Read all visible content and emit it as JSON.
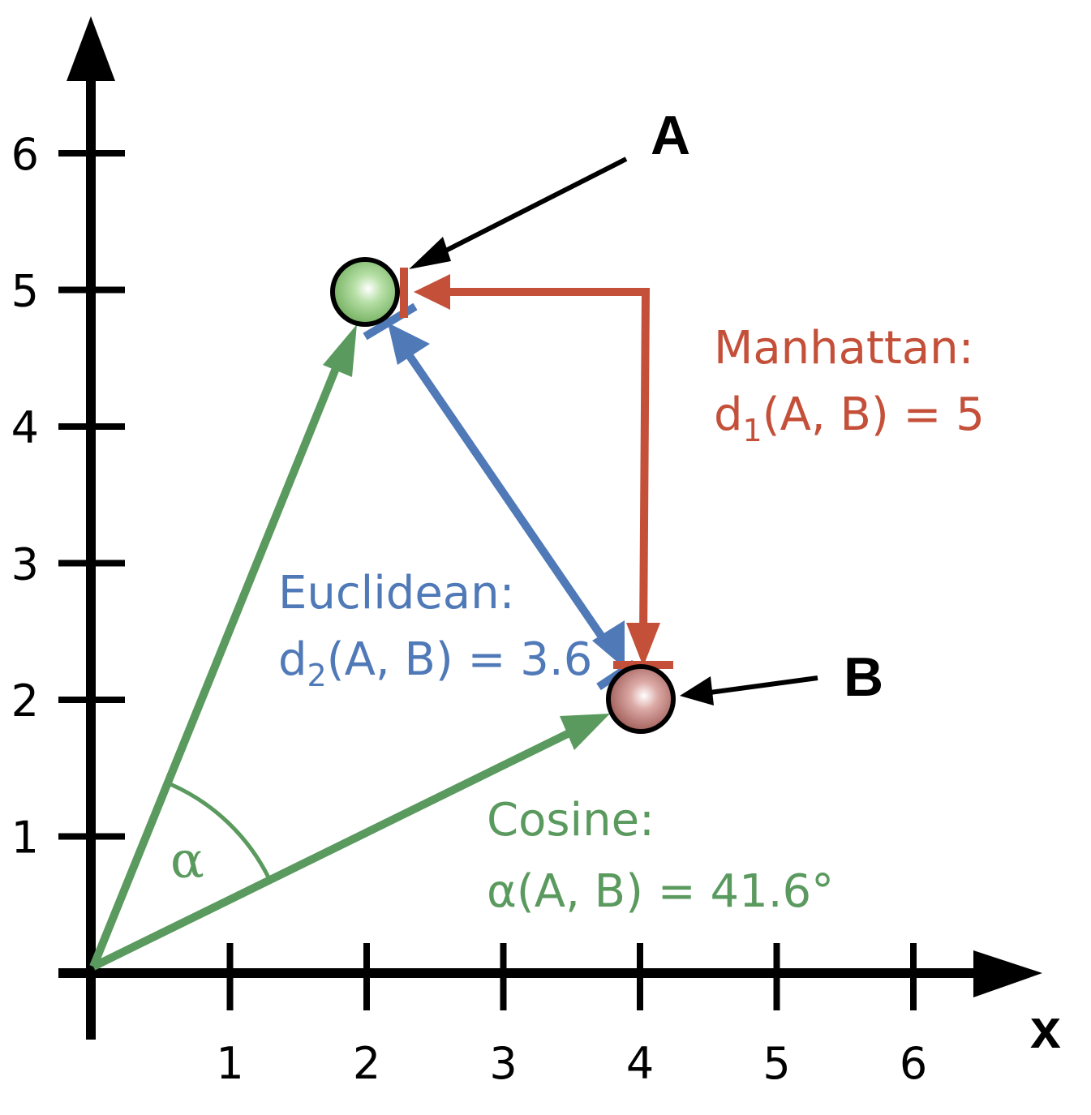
{
  "axes": {
    "x_label": "x",
    "x_ticks": [
      "1",
      "2",
      "3",
      "4",
      "5",
      "6"
    ],
    "y_ticks": [
      "1",
      "2",
      "3",
      "4",
      "5",
      "6"
    ]
  },
  "points": {
    "A": {
      "label": "A",
      "x": 2,
      "y": 5,
      "color": "#7dc462"
    },
    "B": {
      "label": "B",
      "x": 4,
      "y": 2,
      "color": "#b0605a"
    }
  },
  "metrics": {
    "manhattan": {
      "title": "Manhattan:",
      "formula_prefix": "d",
      "subscript": "1",
      "formula_rest": "(A, B) = 5",
      "color": "#c4503a"
    },
    "euclidean": {
      "title": "Euclidean:",
      "formula_prefix": "d",
      "subscript": "2",
      "formula_rest": "(A, B) = 3.6",
      "color": "#5079b8"
    },
    "cosine": {
      "title": "Cosine:",
      "formula": "α(A, B) = 41.6°",
      "angle_symbol": "α",
      "color": "#5a9a5e"
    }
  }
}
